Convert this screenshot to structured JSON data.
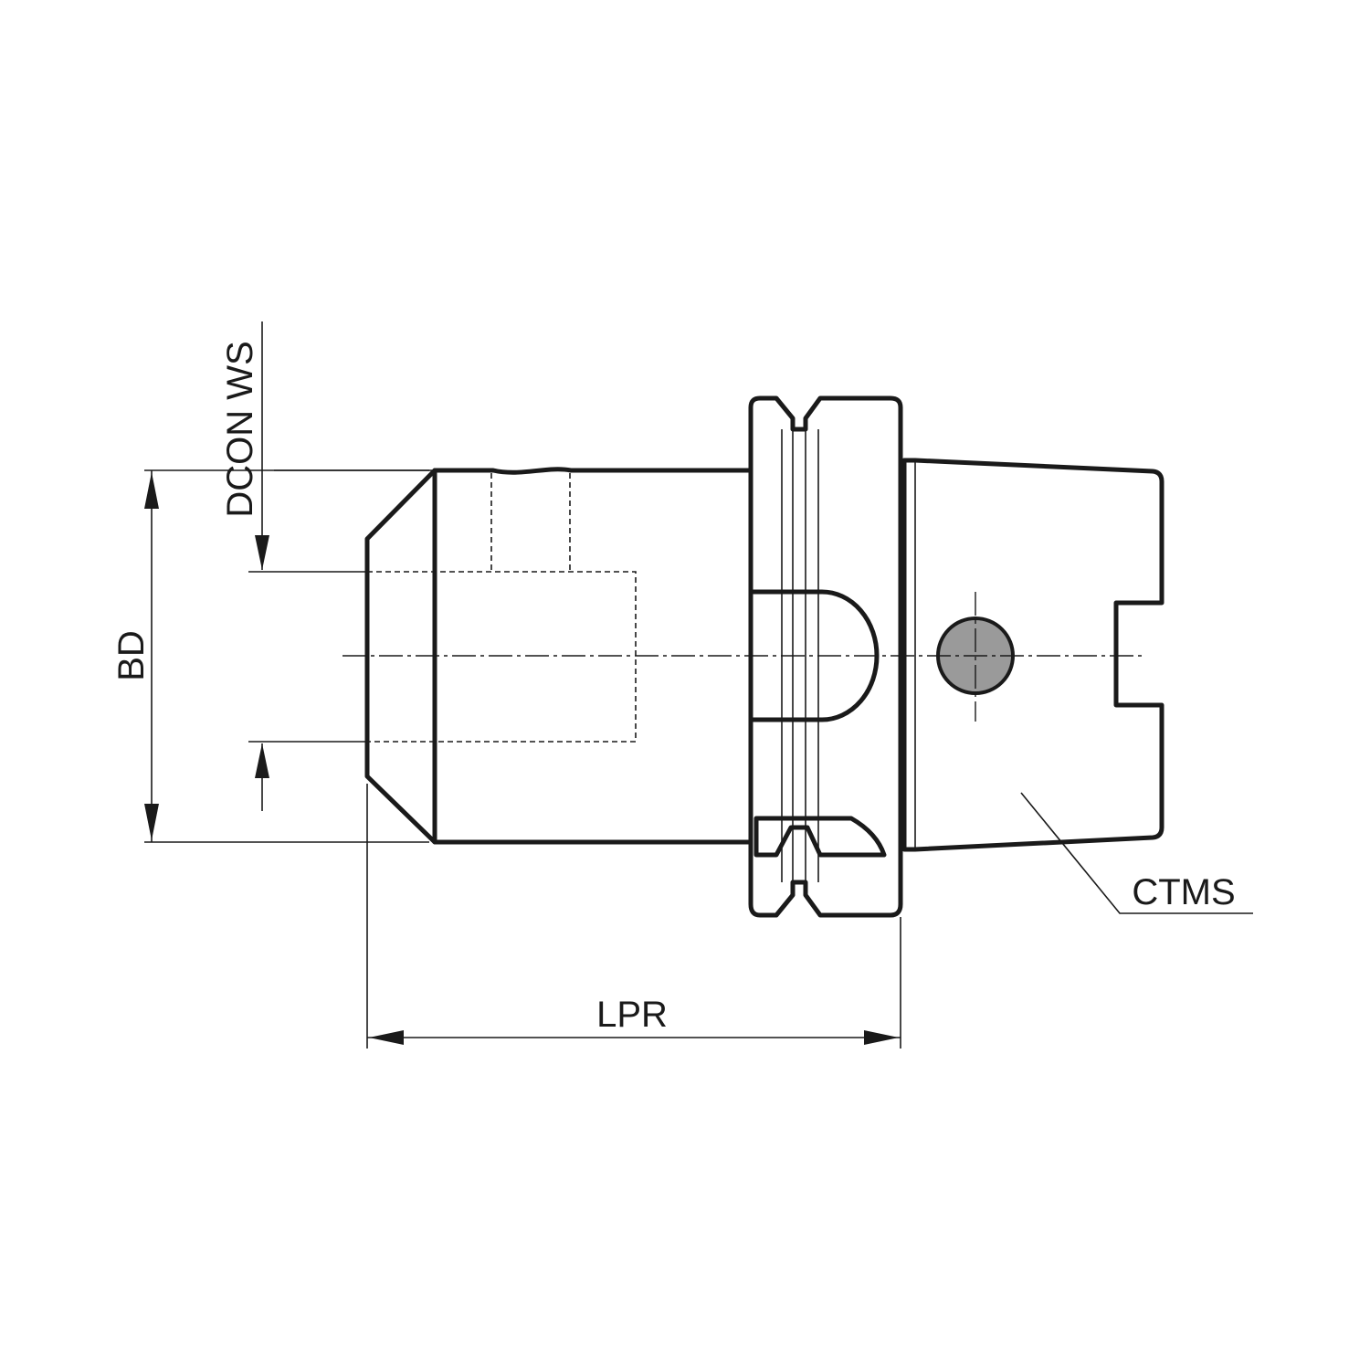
{
  "dimensions": {
    "dcon_ws": "DCON WS",
    "bd": "BD",
    "lpr": "LPR",
    "ctms": "CTMS"
  },
  "colors": {
    "line": "#1a1a1a",
    "body_fill_light": "#f2f2f2",
    "body_fill_mid": "#d6d6d6",
    "body_fill_dark": "#bdbdbd",
    "hole_fill": "#9a9a9a"
  }
}
